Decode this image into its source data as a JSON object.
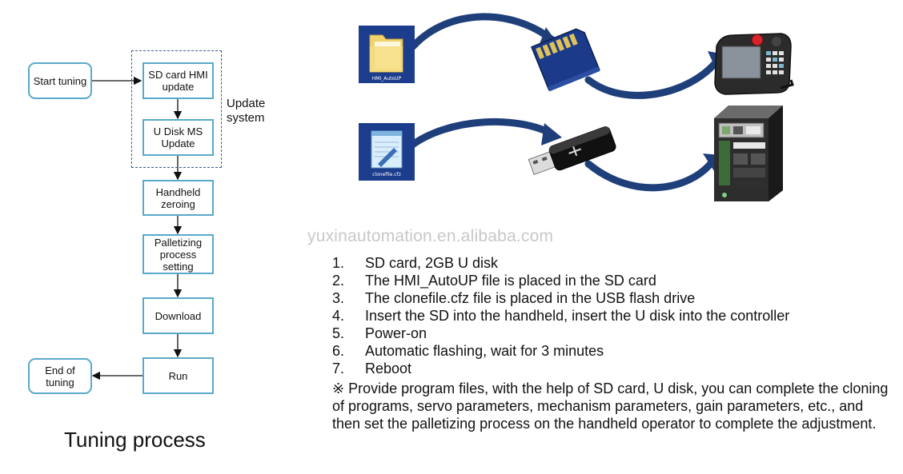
{
  "flowchart": {
    "start": "Start tuning",
    "sd_update": "SD card HMI update",
    "udisk_update": "U Disk MS Update",
    "zeroing": "Handheld zeroing",
    "palletizing": "Palletizing process setting",
    "download": "Download",
    "run": "Run",
    "end": "End of tuning",
    "group_label": "Update system",
    "caption": "Tuning process"
  },
  "watermark": "yuxinautomation.en.alibaba.com",
  "icons": {
    "folder_label": "HMI_AutoUP",
    "file_label": "clonefile.cfz",
    "row1": [
      "folder-icon",
      "sd-card-icon",
      "handheld-hmi-icon"
    ],
    "row2": [
      "notepad-file-icon",
      "usb-drive-icon",
      "controller-icon"
    ],
    "arrow_color": "#1f3f7a"
  },
  "steps": [
    {
      "num": "1.",
      "text": "SD card, 2GB U disk"
    },
    {
      "num": "2.",
      "text": "The HMI_AutoUP file is placed in the SD card"
    },
    {
      "num": "3.",
      "text": "The clonefile.cfz file is placed in the USB flash drive"
    },
    {
      "num": "4.",
      "text": "Insert the SD into the handheld, insert the U disk into the controller"
    },
    {
      "num": "5.",
      "text": "Power-on"
    },
    {
      "num": "6.",
      "text": "Automatic flashing, wait for 3 minutes"
    },
    {
      "num": "7.",
      "text": "Reboot"
    }
  ],
  "note": "※ Provide program files, with the help of SD card, U disk, you can complete the cloning of programs, servo parameters, mechanism parameters, gain parameters, etc., and then set the palletizing process on the handheld operator to complete the adjustment.",
  "colors": {
    "box_border": "#5aa9c9",
    "dashed_group": "#3a5a8c"
  }
}
